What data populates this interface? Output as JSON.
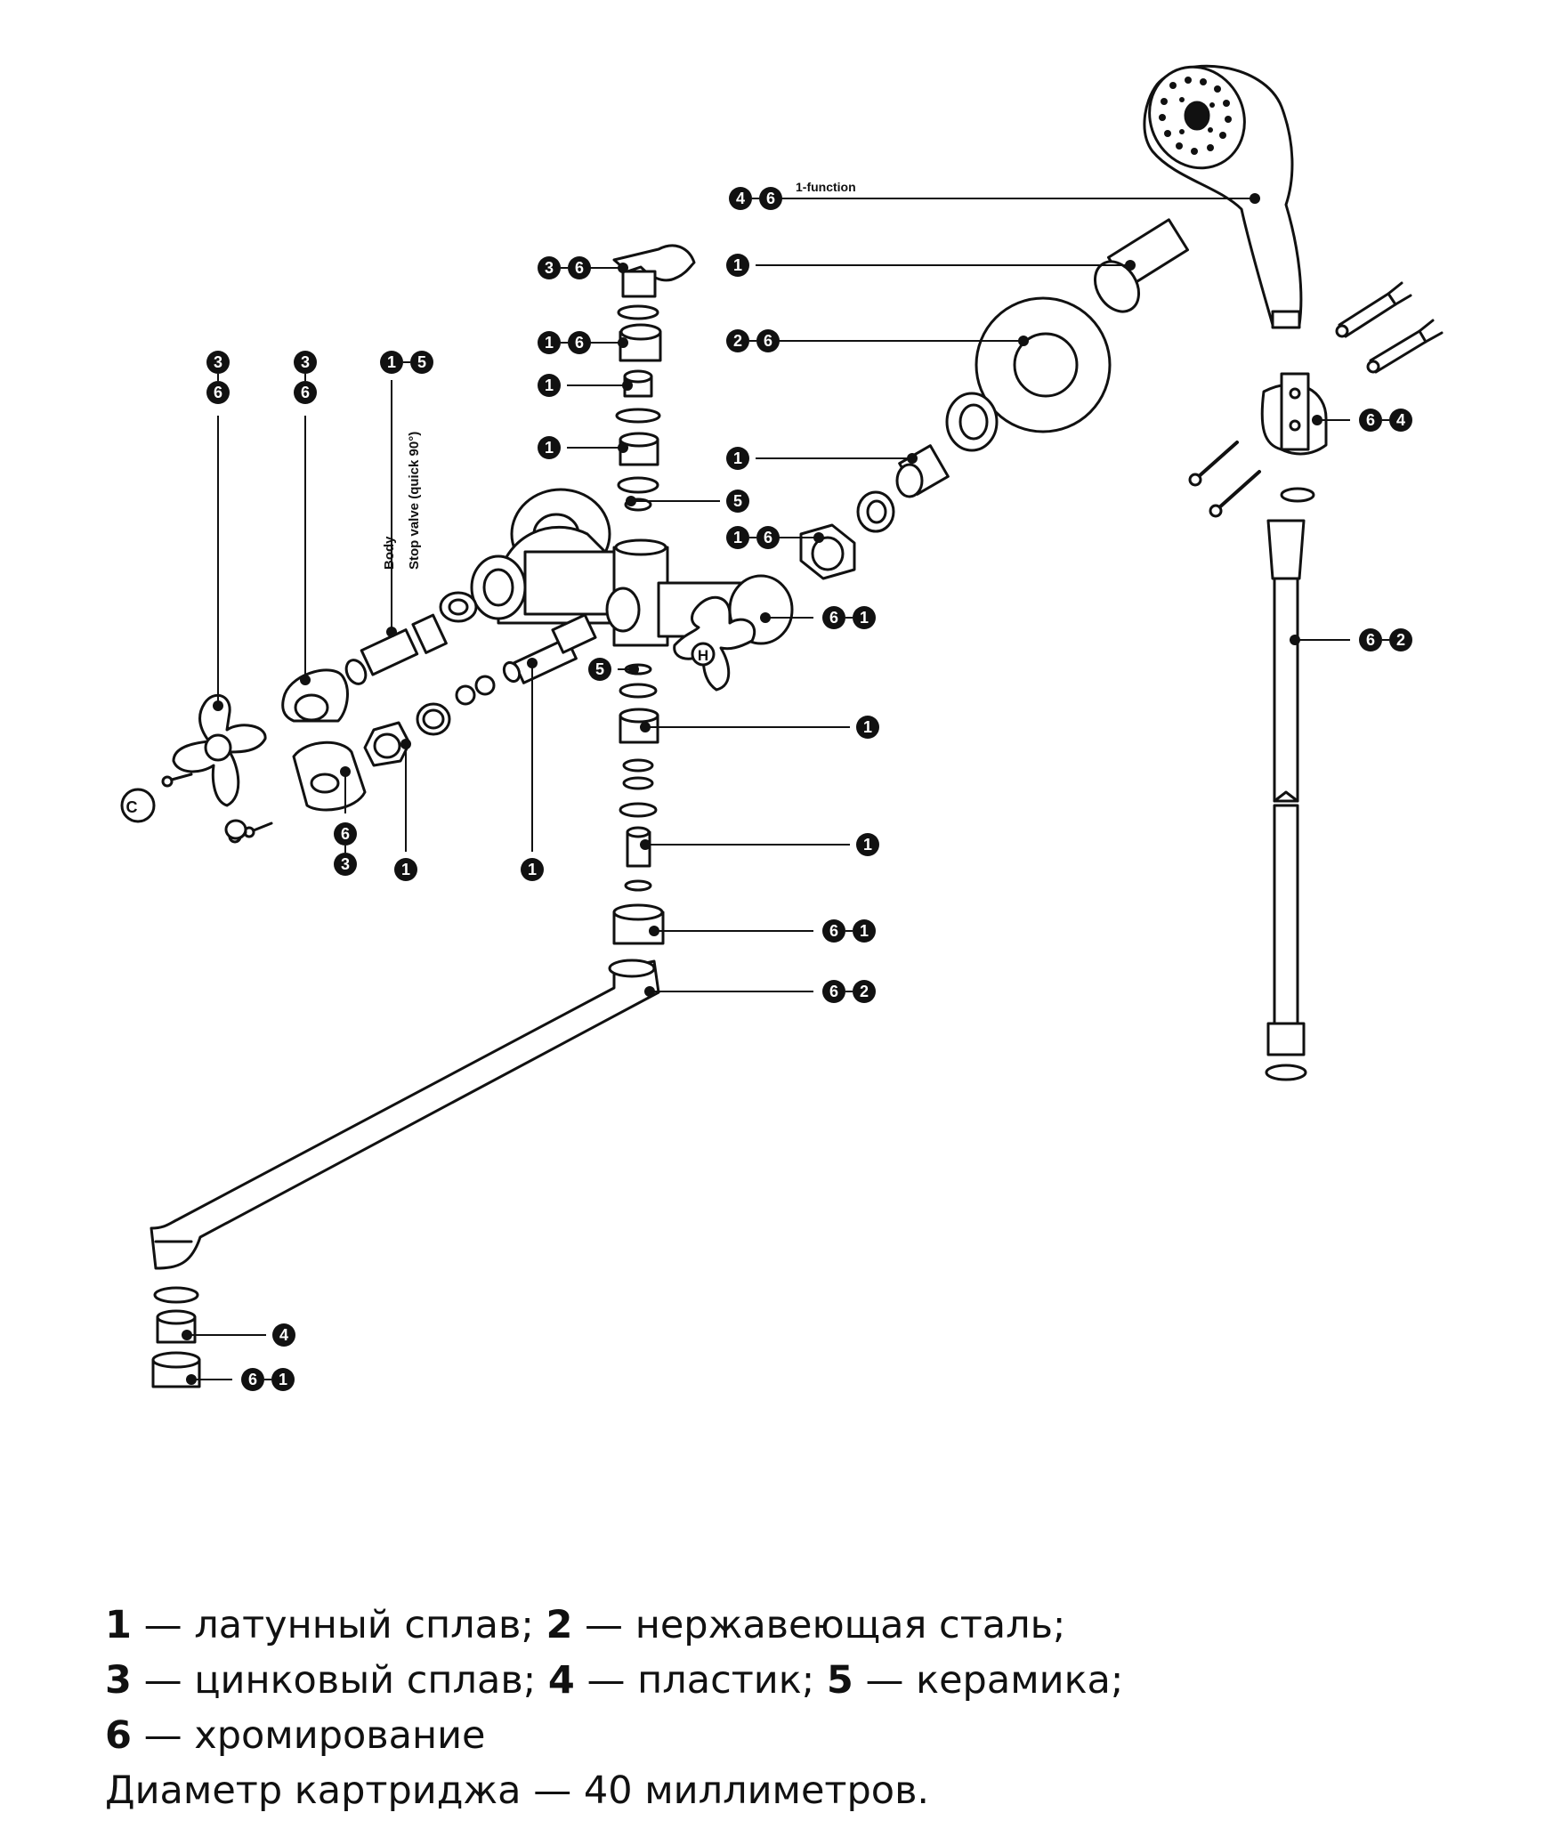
{
  "callouts": [
    {
      "id": "c-shower-head",
      "nums": [
        "4",
        "6"
      ],
      "note": "1-function"
    },
    {
      "id": "c-lever-cap",
      "nums": [
        "3",
        "6"
      ]
    },
    {
      "id": "c-top-nut",
      "nums": [
        "1",
        "6"
      ]
    },
    {
      "id": "c-top-insert",
      "nums": [
        "1"
      ]
    },
    {
      "id": "c-top-cartridge",
      "nums": [
        "1"
      ]
    },
    {
      "id": "c-top-ceramic",
      "nums": [
        "5"
      ]
    },
    {
      "id": "c-hose-thread",
      "nums": [
        "1"
      ]
    },
    {
      "id": "c-flange",
      "nums": [
        "2",
        "6"
      ]
    },
    {
      "id": "c-eccentric",
      "nums": [
        "1"
      ]
    },
    {
      "id": "c-hex-nut",
      "nums": [
        "1",
        "6"
      ]
    },
    {
      "id": "c-body",
      "nums": [
        "6",
        "1"
      ]
    },
    {
      "id": "c-mid-ceramic",
      "nums": [
        "5"
      ]
    },
    {
      "id": "c-spout-nut-upper",
      "nums": [
        "1"
      ]
    },
    {
      "id": "c-spout-insert",
      "nums": [
        "1"
      ]
    },
    {
      "id": "c-spout-ring",
      "nums": [
        "6",
        "1"
      ]
    },
    {
      "id": "c-spout",
      "nums": [
        "6",
        "2"
      ]
    },
    {
      "id": "c-aerator-insert",
      "nums": [
        "4"
      ]
    },
    {
      "id": "c-aerator-cap",
      "nums": [
        "6",
        "1"
      ]
    },
    {
      "id": "c-holder",
      "nums": [
        "6",
        "4"
      ]
    },
    {
      "id": "c-hose",
      "nums": [
        "6",
        "2"
      ]
    },
    {
      "id": "c-handle-left",
      "nums": [
        "3",
        "6"
      ]
    },
    {
      "id": "c-cover-left",
      "nums": [
        "3",
        "6"
      ]
    },
    {
      "id": "c-stop-valve",
      "nums": [
        "1",
        "5"
      ]
    },
    {
      "id": "c-skirt-left",
      "nums": [
        "6",
        "3"
      ]
    },
    {
      "id": "c-nut-left",
      "nums": [
        "1"
      ]
    },
    {
      "id": "c-spindle",
      "nums": [
        "1"
      ]
    }
  ],
  "labels": {
    "body": "Body",
    "stop_valve": "Stop valve (quick 90°)",
    "cold_mark": "C",
    "hot_mark": "H"
  },
  "legend": [
    [
      {
        "b": "1"
      },
      {
        "t": " — латунный сплав; "
      },
      {
        "b": "2"
      },
      {
        "t": " — нержавеющая сталь;"
      }
    ],
    [
      {
        "b": "3"
      },
      {
        "t": " — цинковый сплав; "
      },
      {
        "b": "4"
      },
      {
        "t": " — пластик; "
      },
      {
        "b": "5"
      },
      {
        "t": " — керамика;"
      }
    ],
    [
      {
        "b": "6"
      },
      {
        "t": " — хромирование"
      }
    ],
    [
      {
        "t": "Диаметр картриджа — 40 миллиметров."
      }
    ]
  ]
}
